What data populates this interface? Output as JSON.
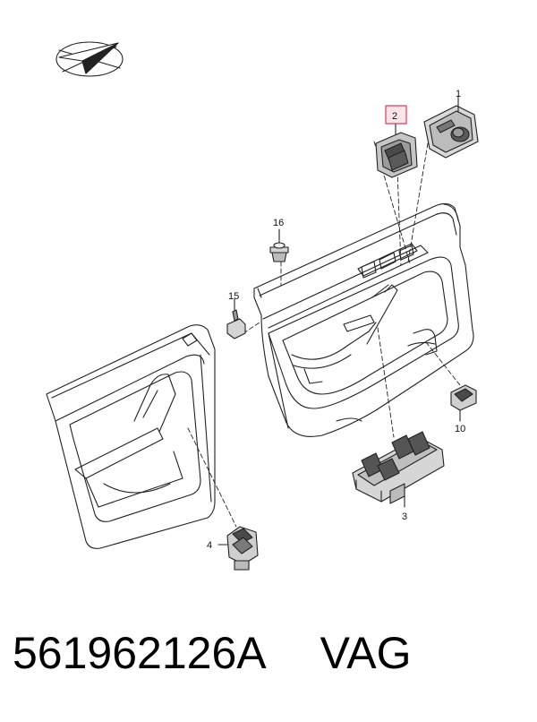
{
  "parts": [
    {
      "id": "p1",
      "label": "1",
      "highlighted": false
    },
    {
      "id": "p2",
      "label": "2",
      "highlighted": true
    },
    {
      "id": "p3",
      "label": "3",
      "highlighted": false
    },
    {
      "id": "p4",
      "label": "4",
      "highlighted": false
    },
    {
      "id": "p10",
      "label": "10",
      "highlighted": false
    },
    {
      "id": "p15",
      "label": "15",
      "highlighted": false
    },
    {
      "id": "p16",
      "label": "16",
      "highlighted": false
    }
  ],
  "footer": {
    "part_number": "561962126A",
    "brand": "VAG"
  },
  "colors": {
    "line": "#222222",
    "highlight_fill": "#fbe3ea",
    "highlight_stroke": "#d04060",
    "switch_fill": "#bdbdbd",
    "switch_dark": "#4a4a4a"
  },
  "icons": {
    "orientation": "direction-arrow-icon"
  }
}
